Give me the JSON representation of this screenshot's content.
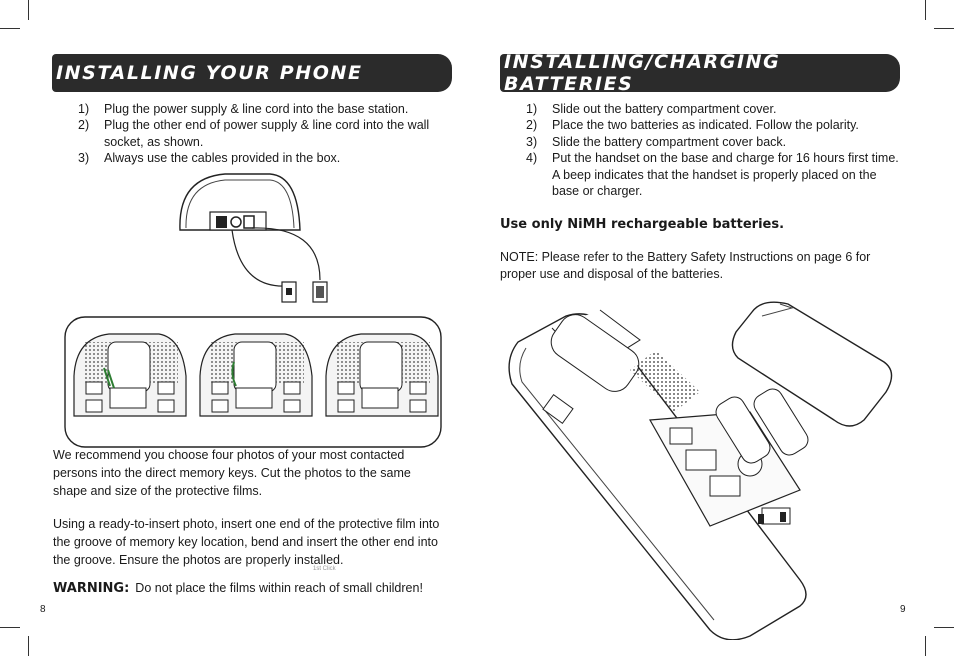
{
  "left": {
    "header": "INSTALLING YOUR PHONE",
    "steps": [
      {
        "num": "1)",
        "text": "Plug the power supply & line cord into the base station."
      },
      {
        "num": "2)",
        "text": "Plug the other end of power supply & line cord into the wall socket, as shown."
      },
      {
        "num": "3)",
        "text": "Always use the cables provided in the box."
      }
    ],
    "para1": "We recommend you choose four photos of your most contacted persons into the direct memory keys. Cut the photos to the same shape and size of the protective films.",
    "para2": "Using a ready-to-insert photo, insert one end of the protective film into the groove of memory key location, bend and insert the other end into the groove. Ensure the photos are properly installed.",
    "small_label": "1st Click",
    "warning_label": "WARNING:",
    "warning_text": "Do not place the films within reach of small children!",
    "page_number": "8"
  },
  "right": {
    "header": "INSTALLING/CHARGING BATTERIES",
    "steps": [
      {
        "num": "1)",
        "text": "Slide out the battery compartment cover."
      },
      {
        "num": "2)",
        "text": "Place the two batteries as indicated. Follow the polarity."
      },
      {
        "num": "3)",
        "text": "Slide the battery compartment cover back."
      },
      {
        "num": "4)",
        "text": "Put the handset on the base and charge for 16 hours first time.  A beep indicates that the handset is properly placed on the base or charger."
      }
    ],
    "bold_note": "Use only NiMH rechargeable batteries.",
    "note": "NOTE: Please refer to the Battery Safety Instructions on page 6 for proper use and disposal of the batteries.",
    "page_number": "9"
  }
}
